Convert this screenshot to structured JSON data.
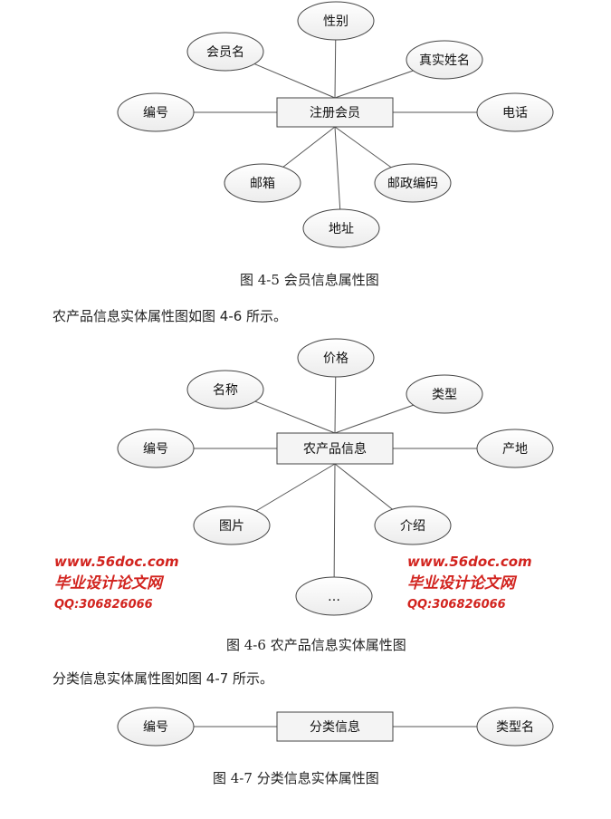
{
  "diagrams": [
    {
      "entity": "注册会员",
      "attributes": [
        "性别",
        "会员名",
        "真实姓名",
        "编号",
        "电话",
        "邮箱",
        "邮政编码",
        "地址"
      ]
    },
    {
      "entity": "农产品信息",
      "attributes": [
        "价格",
        "名称",
        "类型",
        "编号",
        "产地",
        "图片",
        "介绍",
        "…"
      ]
    },
    {
      "entity": "分类信息",
      "attributes": [
        "编号",
        "类型名"
      ]
    }
  ],
  "captions": [
    "图 4-5 会员信息属性图",
    "图 4-6 农产品信息实体属性图",
    "图 4-7 分类信息实体属性图"
  ],
  "paragraphs": [
    "农产品信息实体属性图如图 4-6 所示。",
    "分类信息实体属性图如图 4-7 所示。"
  ],
  "watermark": {
    "site": "www.56doc.com",
    "qq": "QQ:306826066",
    "name": "毕业设计论文网"
  }
}
